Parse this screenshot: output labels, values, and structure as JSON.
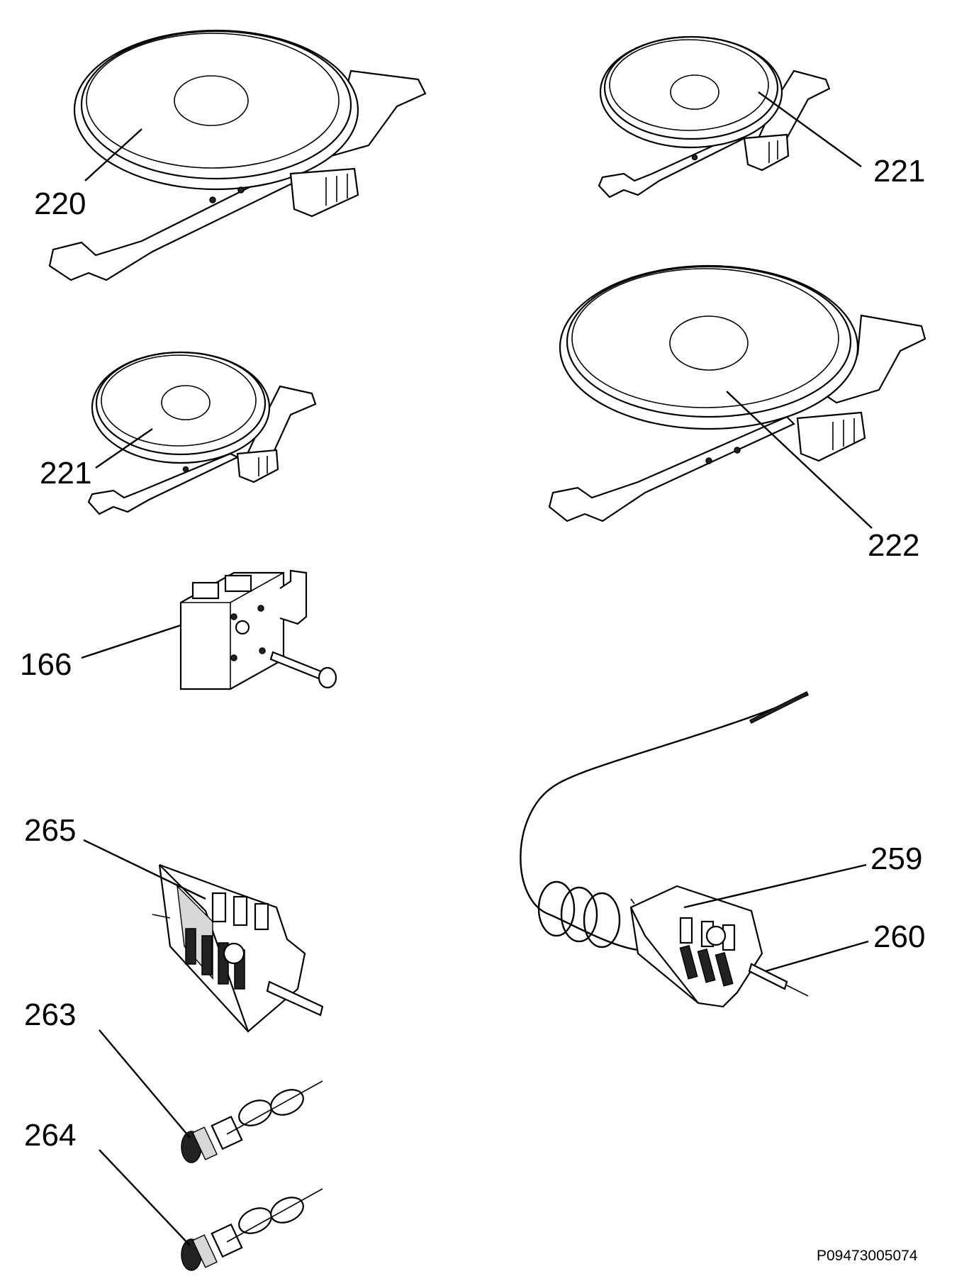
{
  "callouts": {
    "c220": "220",
    "c221a": "221",
    "c221b": "221",
    "c222": "222",
    "c166": "166",
    "c265": "265",
    "c259": "259",
    "c260": "260",
    "c263": "263",
    "c264": "264"
  },
  "doc_id": "P09473005074",
  "colors": {
    "ink": "#000000",
    "paper": "#ffffff"
  }
}
